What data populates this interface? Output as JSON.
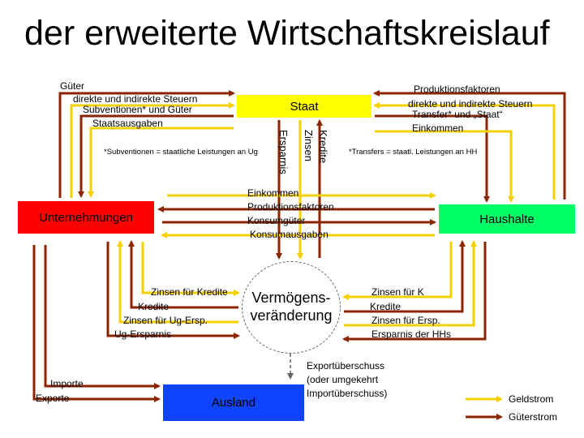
{
  "title": "der erweiterte Wirtschaftskreislauf",
  "boxes": {
    "staat": "Staat",
    "unternehmungen": "Unternehmungen",
    "haushalte": "Haushalte",
    "ausland": "Ausland",
    "vermoegen": "Vermögens-veränderung"
  },
  "labels": {
    "gueter": "Güter",
    "steuern_left": "direkte und indirekte Steuern",
    "subventionen": "Subventionen* und Güter",
    "staatsausgaben": "Staatsausgaben",
    "produktionsfaktoren_right": "Produktionsfaktoren",
    "steuern_right": "direkte und indirekte Steuern",
    "transfer": "Transfer* und „Staat“",
    "einkommen_right": "Einkommen",
    "kredite_v": "Kredite",
    "zinsen_v": "Zinsen",
    "ersparnis_v": "Ersparnis",
    "note_subventionen": "*Subventionen = staatliche Leistungen an Ug",
    "note_transfers": "*Transfers = staatl. Leistungen an HH",
    "einkommen_mid": "Einkommen",
    "produktionsfaktoren_mid": "Produktionsfaktoren",
    "konsumgueter": "Konsumgüter",
    "konsumausgaben": "Konsumausgaben",
    "zinsen_kredite": "Zinsen für Kredite",
    "kredite_left": "Kredite",
    "zinsen_ug": "Zinsen für Ug-Ersp.",
    "ug_ersparnis": "Ug-Ersparnis",
    "zinsen_k": "Zinsen für K",
    "kredite_right": "Kredite",
    "zinsen_ersp": "Zinsen für Ersp.",
    "ersparnis_hh": "Ersparnis der HHs",
    "export_1": "Exportüberschuss",
    "export_2": "(oder umgekehrt",
    "export_3": "Importüberschuss)",
    "importe": "Importe",
    "exporte": "Exporte"
  },
  "legend": {
    "geldstrom": "Geldstrom",
    "gueterstrom": "Güterstrom"
  },
  "colors": {
    "geldstrom": "#f5d000",
    "gueterstrom": "#8b2500",
    "staat": "#ffff00",
    "unternehmungen": "#ff0000",
    "haushalte": "#00ff66",
    "ausland": "#1144ff"
  }
}
